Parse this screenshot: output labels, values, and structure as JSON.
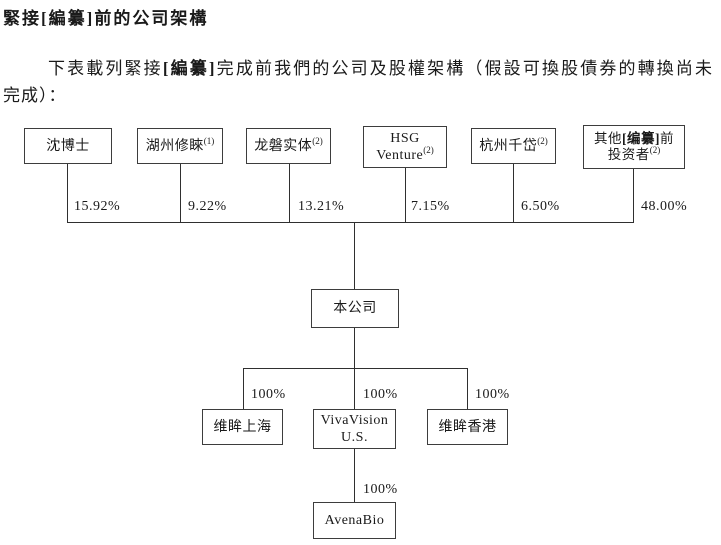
{
  "document": {
    "heading": "緊接[編纂]前的公司架構",
    "intro": {
      "line1_pre": "下表載列緊接",
      "line1_redact": "[編纂]",
      "line1_post": "完成前我們的公司及股權架構（假設可換股債券的轉換尚未",
      "line2": "完成）："
    }
  },
  "diagram": {
    "company": {
      "name": "本公司"
    },
    "shareholders": [
      {
        "name": "沈博士",
        "note": "",
        "percent": "15.92%"
      },
      {
        "name": "湖州修睞",
        "note": "(1)",
        "percent": "9.22%"
      },
      {
        "name": "龙磐实体",
        "note": "(2)",
        "percent": "13.21%"
      },
      {
        "name_line1": "HSG",
        "name_line2": "Venture",
        "note": "(2)",
        "percent": "7.15%"
      },
      {
        "name": "杭州千岱",
        "note": "(2)",
        "percent": "6.50%"
      },
      {
        "name_pre": "其他",
        "name_redact": "[编纂]",
        "name_post": "前",
        "name_line2": "投资者",
        "note": "(2)",
        "percent": "48.00%"
      }
    ],
    "subsidiaries": [
      {
        "name": "维眸上海",
        "percent": "100%"
      },
      {
        "name_line1": "VivaVision",
        "name_line2": "U.S.",
        "percent": "100%"
      },
      {
        "name": "维眸香港",
        "percent": "100%"
      }
    ],
    "grandchild": {
      "name": "AvenaBio",
      "percent": "100%"
    }
  }
}
